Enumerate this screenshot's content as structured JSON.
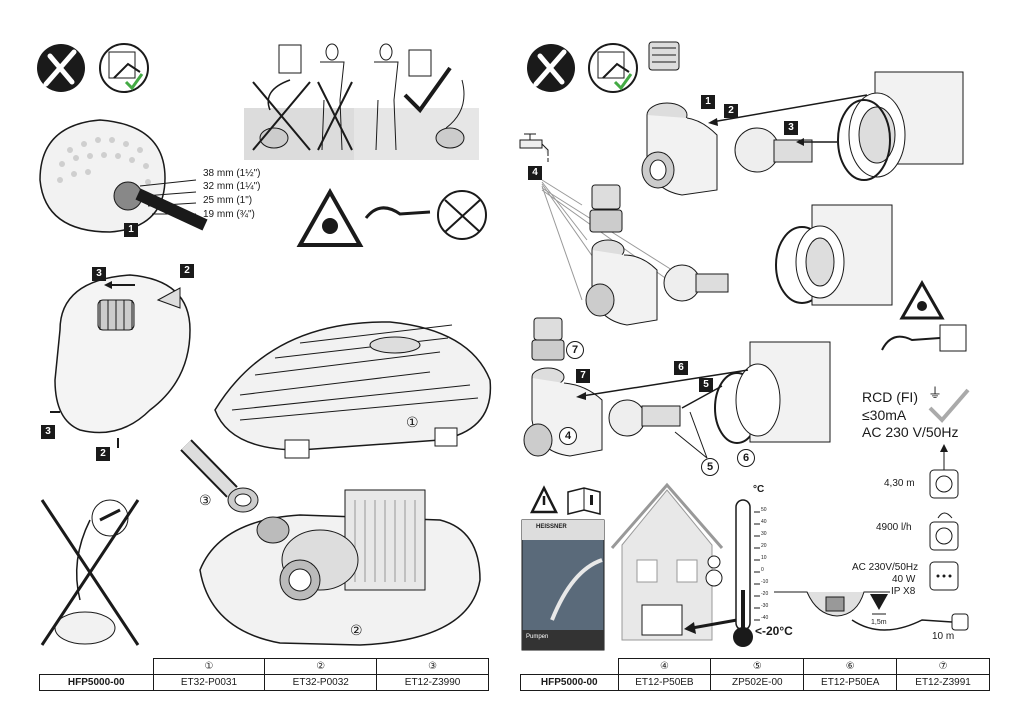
{
  "left": {
    "hose_sizes": [
      "38 mm (1½\")",
      "32 mm (1¼\")",
      "25 mm (1\")",
      "19 mm (¾\")"
    ],
    "step_tags": {
      "t1": "1",
      "t2a": "2",
      "t3a": "3",
      "t3b": "3",
      "t2b": "2"
    },
    "circled": {
      "c1": "①",
      "c2": "②",
      "c3": "③"
    },
    "table": {
      "model": "HFP5000-00",
      "h1": "①",
      "h2": "②",
      "h3": "③",
      "p1": "ET32-P0031",
      "p2": "ET32-P0032",
      "p3": "ET12-Z3990"
    }
  },
  "right": {
    "step_tags": {
      "t1": "1",
      "t2": "2",
      "t3": "3",
      "t4": "4",
      "t6": "6",
      "t5": "5",
      "t7": "7"
    },
    "circled": {
      "c7": "7",
      "c4": "4",
      "c5": "5",
      "c6": "6"
    },
    "rcd": {
      "line1": "RCD (FI)",
      "line2": "≤30mA",
      "line3": "AC 230 V/50Hz"
    },
    "specs": {
      "head": "4,30 m",
      "flow": "4900 l/h",
      "voltage": "AC 230V/50Hz",
      "power": "40 W",
      "ip": "IP X8",
      "depth": "1,5m",
      "cable": "10 m"
    },
    "thermo": {
      "unit": "°C",
      "min": "<-20°C",
      "ticks": [
        "50",
        "40",
        "30",
        "20",
        "10",
        "0",
        "-10",
        "-20",
        "-30",
        "-40"
      ]
    },
    "manual_brand": "HEISSNER",
    "manual_bottom": "Pumpen",
    "table": {
      "model": "HFP5000-00",
      "h4": "④",
      "h5": "⑤",
      "h6": "⑥",
      "h7": "⑦",
      "p4": "ET12-P50EB",
      "p5": "ZP502E-00",
      "p6": "ET12-P50EA",
      "p7": "ET12-Z3991"
    }
  }
}
